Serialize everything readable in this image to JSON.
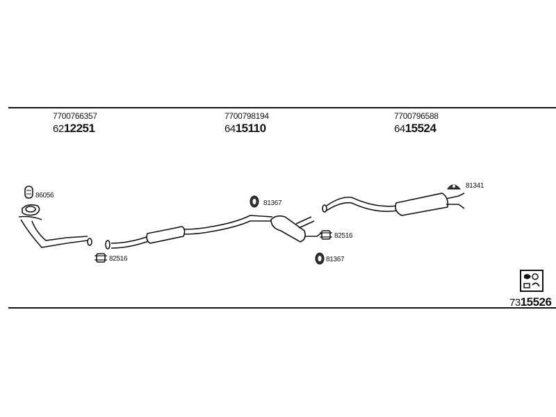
{
  "rules": {
    "top": "",
    "bottom": ""
  },
  "groups": [
    {
      "oe": "7700766357",
      "prefix": "62",
      "number": "12251"
    },
    {
      "oe": "7700798194",
      "prefix": "64",
      "number": "15110"
    },
    {
      "oe": "7700796588",
      "prefix": "64",
      "number": "15524"
    }
  ],
  "refs": {
    "gasket_front": "86056",
    "clamp_front": "82516",
    "hanger_mid_top": "81367",
    "clamp_mid": "82516",
    "hanger_mid_bottom": "81367",
    "hanger_rear": "81341"
  },
  "kit": {
    "prefix": "73",
    "number": "15526",
    "icon": "catalog-icon"
  }
}
